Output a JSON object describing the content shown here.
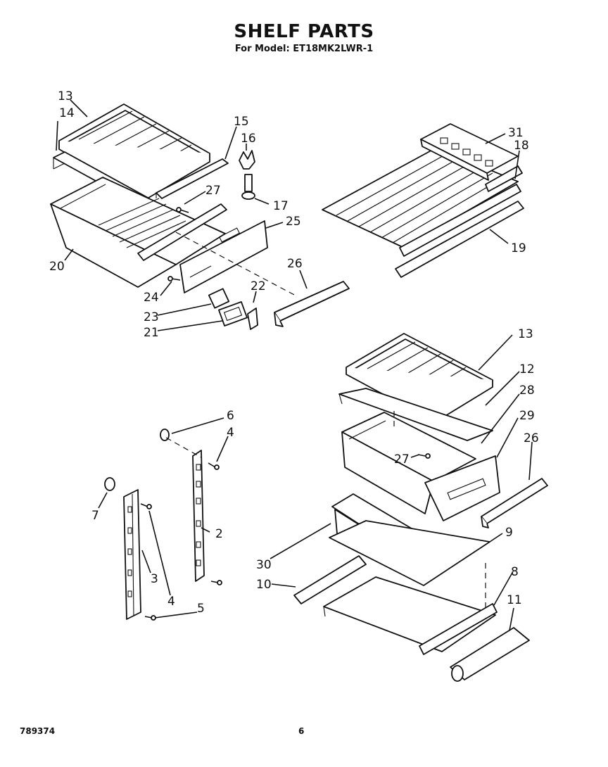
{
  "header": {
    "title": "SHELF PARTS",
    "model_line": "For Model: ET18MK2LWR-1"
  },
  "footer": {
    "doc_number": "789374",
    "page_number": "6"
  },
  "callouts": {
    "c13a": "13",
    "c14": "14",
    "c15": "15",
    "c16": "16",
    "c27a": "27",
    "c17": "17",
    "c25": "25",
    "c20": "20",
    "c26a": "26",
    "c24": "24",
    "c22": "22",
    "c23": "23",
    "c21": "21",
    "c31": "31",
    "c18": "18",
    "c19": "19",
    "c13b": "13",
    "c12": "12",
    "c28": "28",
    "c29": "29",
    "c26b": "26",
    "c27b": "27",
    "c9": "9",
    "c30": "30",
    "c8": "8",
    "c10": "10",
    "c11": "11",
    "c6": "6",
    "c4a": "4",
    "c7": "7",
    "c2": "2",
    "c3": "3",
    "c4b": "4",
    "c5": "5"
  }
}
